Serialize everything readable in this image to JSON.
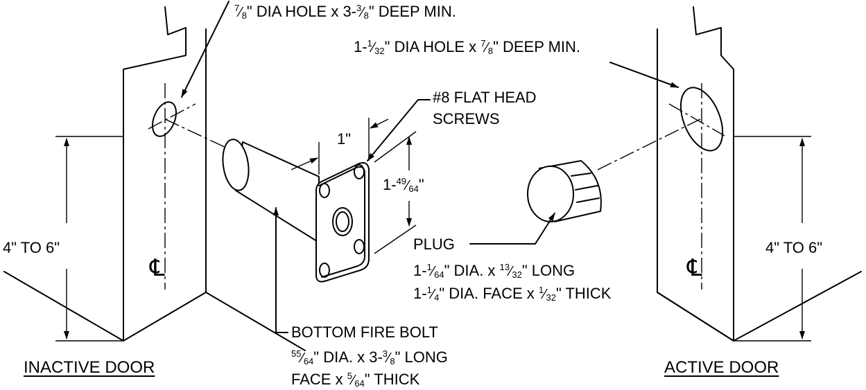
{
  "labels": {
    "inactive_hole": {
      "pre": "",
      "num": "7",
      "den": "8",
      "post": "\" DIA HOLE x 3-",
      "num2": "3",
      "den2": "8",
      "post2": "\" DEEP MIN."
    },
    "active_hole": {
      "pre": "1-",
      "num": "1",
      "den": "32",
      "post": "\" DIA HOLE x ",
      "num2": "7",
      "den2": "8",
      "post2": "\" DEEP MIN."
    },
    "screws_line1": "#8 FLAT HEAD",
    "screws_line2": "SCREWS",
    "dim_width": "1\"",
    "dim_height": {
      "pre": "1-",
      "num": "49",
      "den": "64",
      "post": "\""
    },
    "dim_left": "4\" TO 6\"",
    "dim_right": "4\" TO 6\"",
    "plug_title": "PLUG",
    "plug_line1": {
      "pre": "1-",
      "num": "1",
      "den": "64",
      "post": "\" DIA. x ",
      "num2": "13",
      "den2": "32",
      "post2": "\" LONG"
    },
    "plug_line2": {
      "pre": "1-",
      "num": "1",
      "den": "4",
      "post": "\" DIA. FACE x ",
      "num2": "1",
      "den2": "32",
      "post2": "\" THICK"
    },
    "bolt_title": "BOTTOM FIRE BOLT",
    "bolt_line1": {
      "pre": "",
      "num": "55",
      "den": "64",
      "post": "\" DIA. x 3-",
      "num2": "3",
      "den2": "8",
      "post2": "\" LONG"
    },
    "bolt_line2": {
      "pre": "FACE x ",
      "num": "5",
      "den": "64",
      "post": "\" THICK",
      "num2": "",
      "den2": "",
      "post2": ""
    },
    "inactive_door": "INACTIVE DOOR",
    "active_door": "ACTIVE DOOR",
    "centerline_symbol": "℄"
  }
}
